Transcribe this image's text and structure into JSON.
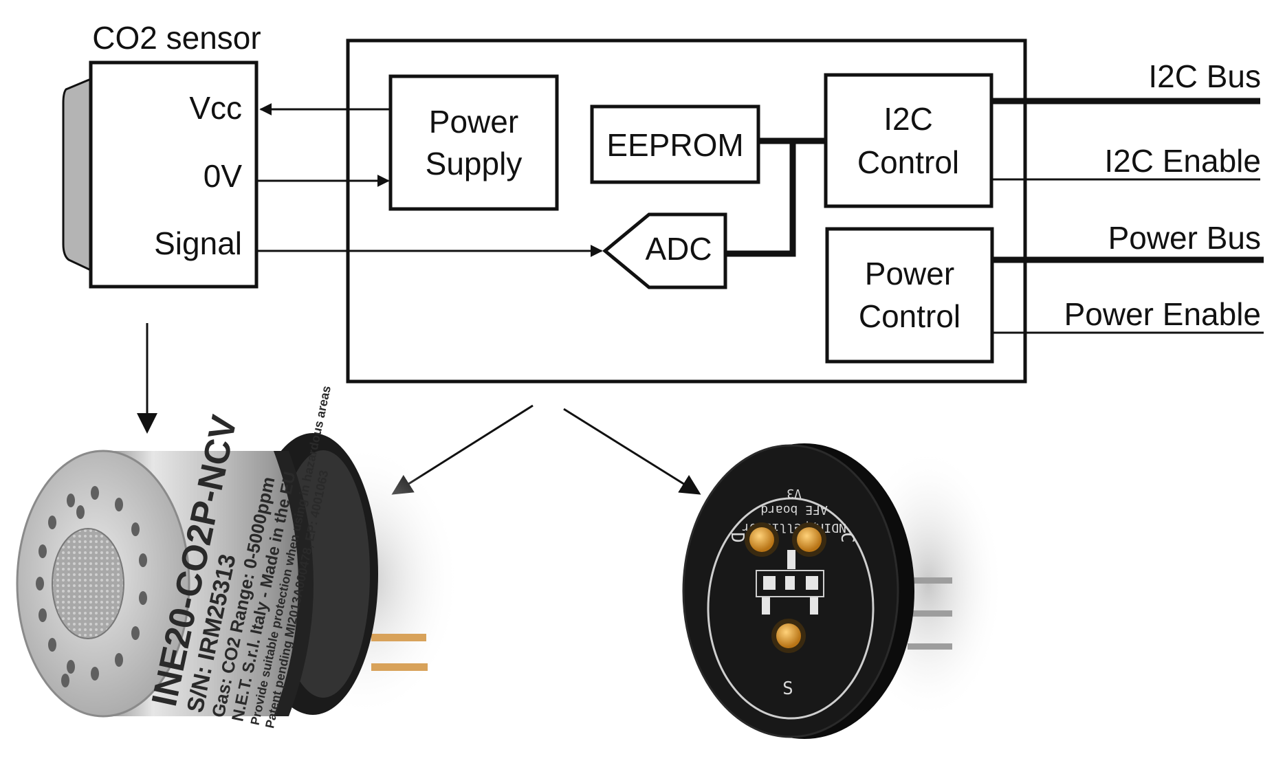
{
  "sensor": {
    "title": "CO2 sensor",
    "pins": [
      "Vcc",
      "0V",
      "Signal"
    ]
  },
  "blocks": {
    "power_supply": [
      "Power",
      "Supply"
    ],
    "eeprom": "EEPROM",
    "adc": "ADC",
    "i2c_control": [
      "I2C",
      "Control"
    ],
    "power_control": [
      "Power",
      "Control"
    ]
  },
  "signals": {
    "i2c_bus": "I2C Bus",
    "i2c_enable": "I2C Enable",
    "power_bus": "Power Bus",
    "power_enable": "Power Enable"
  },
  "sensor_photo": {
    "lines": [
      "INE20-CO2P-NCV",
      "S/N: IRM25313",
      "Gas: CO2    Range: 0-5000ppm",
      "N.E.T. S.r.l. Italy - Made in the EU",
      "Provide suitable protection when using in hazardous areas",
      "Patent pending MI2013A000478, EP: 4001063"
    ]
  },
  "pcb_photo": {
    "lines": [
      "V3",
      "AFE board",
      "NDIR/pellistor"
    ],
    "pads": [
      "D",
      "C",
      "S"
    ]
  },
  "colors": {
    "line": "#111111",
    "metal": "#c9c9c9",
    "pcb": "#161616",
    "gold": "#d89a2a",
    "sensor_gray": "#b4b4b4"
  }
}
